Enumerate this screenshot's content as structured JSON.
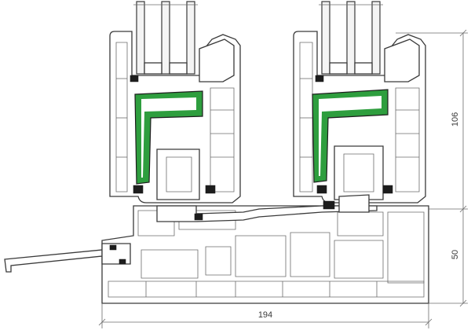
{
  "colors": {
    "background": "#ffffff",
    "outline": "#3a3a3a",
    "thin_line": "#6b6b6b",
    "glass_fill": "#f4f4f4",
    "gasket_green": "#2e9e3e",
    "gasket_dark": "#1d1d1d",
    "profile_fill": "#ffffff"
  },
  "dimensions": {
    "vertical_upper": {
      "value": "106"
    },
    "vertical_lower": {
      "value": "50"
    },
    "horizontal_total": {
      "value": "194"
    }
  },
  "parts": [
    {
      "name": "left-sash",
      "kind": "sash"
    },
    {
      "name": "right-sash",
      "kind": "sash"
    },
    {
      "name": "base-frame",
      "kind": "frame"
    },
    {
      "name": "threshold-ramp",
      "kind": "ramp"
    }
  ]
}
